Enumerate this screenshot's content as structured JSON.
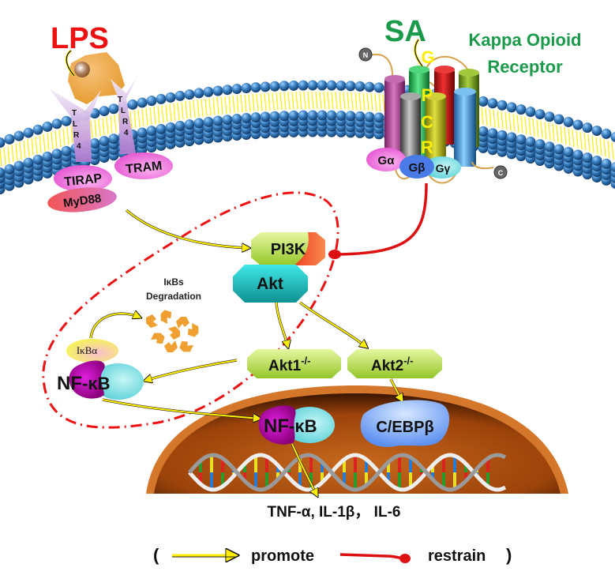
{
  "ligands": {
    "lps": {
      "label": "LPS",
      "color": "#ee1111"
    },
    "sa": {
      "label": "SA",
      "color": "#1a9a4a"
    }
  },
  "receptor": {
    "title_line1": "Kappa Opioid",
    "title_line2": "Receptor",
    "color": "#1a9a4a",
    "gpcr_letters": [
      "G",
      "P",
      "C",
      "R"
    ],
    "n_terminus": "N",
    "c_terminus": "C",
    "g_alpha": "Gα",
    "g_beta": "Gβ",
    "g_gamma": "Gγ"
  },
  "tlr": {
    "tlr4_letters": [
      "T",
      "L",
      "R",
      "4"
    ],
    "tirap": "TIRAP",
    "tram": "TRAM",
    "myd88": "MyD88"
  },
  "cytoplasm": {
    "pi3k": "PI3K",
    "akt": "Akt",
    "akt1_base": "Akt1",
    "akt1_sup": "-/-",
    "akt2_base": "Akt2",
    "akt2_sup": "-/-",
    "ikbs_line1": "IκBs",
    "ikbs_line2": "Degradation",
    "ikba": "IκBα",
    "nfkb_nf": "NF",
    "nfkb_kb": "-κB"
  },
  "nucleus": {
    "nfkb_nf": "NF",
    "nfkb_kb": "-κB",
    "cebp": "C/EBPβ"
  },
  "output": {
    "cytokines": "TNF-α, IL-1β，  IL-6"
  },
  "legend": {
    "open_paren": "(",
    "promote": "promote",
    "restrain": "restrain",
    "close_paren": ")"
  },
  "colors": {
    "promote_arrow": "#ffee00",
    "restrain_line": "#dd1111",
    "membrane_head": "#3a7fc0",
    "nucleus": "#b2520f"
  }
}
